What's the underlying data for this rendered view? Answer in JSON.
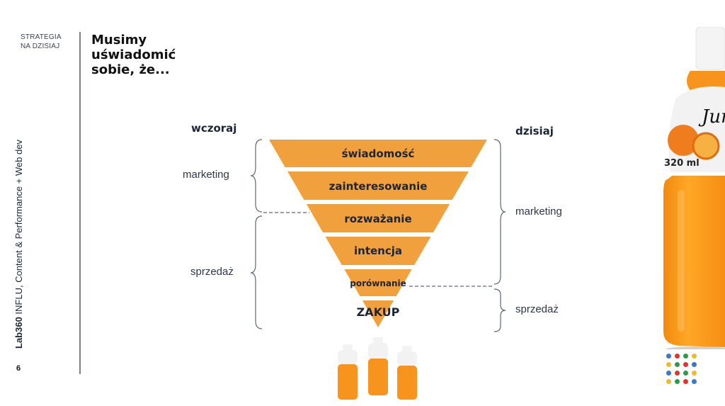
{
  "header": {
    "section_label_line1": "STRATEGIA",
    "section_label_line2": "NA DZISIAJ",
    "title_line1": "Musimy",
    "title_line2": "uświadomić",
    "title_line3": "sobie, że..."
  },
  "footer": {
    "brand": "Lab360",
    "tagline": " INFLU, Content & Performance + Web dev",
    "page_number": "6"
  },
  "funnel": {
    "left_heading": "wczoraj",
    "right_heading": "dzisiaj",
    "stages": [
      {
        "label": "świadomość"
      },
      {
        "label": "zainteresowanie"
      },
      {
        "label": "rozważanie"
      },
      {
        "label": "intencja"
      },
      {
        "label": "porównanie"
      },
      {
        "label": "ZAKUP"
      }
    ],
    "left_groups": [
      {
        "label": "marketing",
        "stages": [
          "świadomość",
          "zainteresowanie"
        ]
      },
      {
        "label": "sprzedaż",
        "stages": [
          "rozważanie",
          "intencja",
          "porównanie",
          "ZAKUP"
        ]
      }
    ],
    "right_groups": [
      {
        "label": "marketing",
        "stages": [
          "świadomość",
          "zainteresowanie",
          "rozważanie",
          "intencja",
          "porównanie"
        ]
      },
      {
        "label": "sprzedaż",
        "stages": [
          "ZAKUP"
        ]
      }
    ],
    "fill_color": "#f0a03c",
    "text_color": "#1d2537"
  },
  "product": {
    "bottle_label_brand": "Jum",
    "bottle_volume": "320 ml"
  },
  "decor": {
    "dot_colors": [
      [
        "#3a78c9",
        "#e0352b",
        "#2e9a48",
        "#f3b82a"
      ],
      [
        "#f3b82a",
        "#2e9a48",
        "#e0352b",
        "#3a78c9"
      ],
      [
        "#3a78c9",
        "#e0352b",
        "#2e9a48",
        "#f3b82a"
      ],
      [
        "#f3b82a",
        "#2e9a48",
        "#e0352b",
        "#3a78c9"
      ]
    ]
  }
}
